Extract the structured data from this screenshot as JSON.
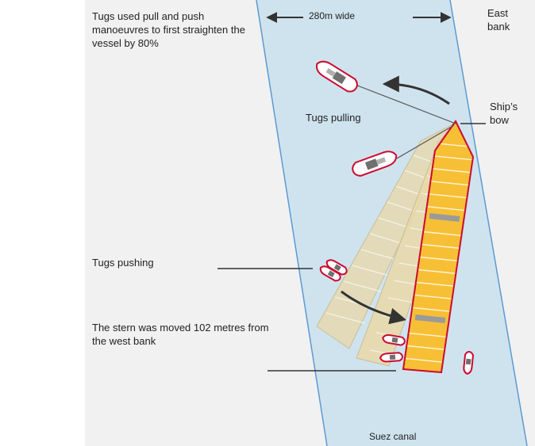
{
  "annotations": {
    "title": "Tugs used pull and push manoeuvres to first straighten the vessel by 80%",
    "canal_width": "280m wide",
    "east_bank": "East\nbank",
    "ships_bow": "Ship’s\nbow",
    "tugs_pulling": "Tugs pulling",
    "tugs_pushing": "Tugs pushing",
    "stern_moved": "The stern was moved 102 metres from the west bank",
    "canal_name": "Suez canal"
  },
  "colors": {
    "background_panel": "#f1f1f1",
    "canal_water": "#cfe3ee",
    "canal_bank_line": "#5c9ad1",
    "ship_hull_fill": "#f7bf35",
    "ship_outline": "#cc0a2f",
    "ghost_ship_fill": "#e7d9b0",
    "tug_fill": "#ffffff",
    "tug_cabin": "#707070",
    "arrow": "#333333"
  }
}
